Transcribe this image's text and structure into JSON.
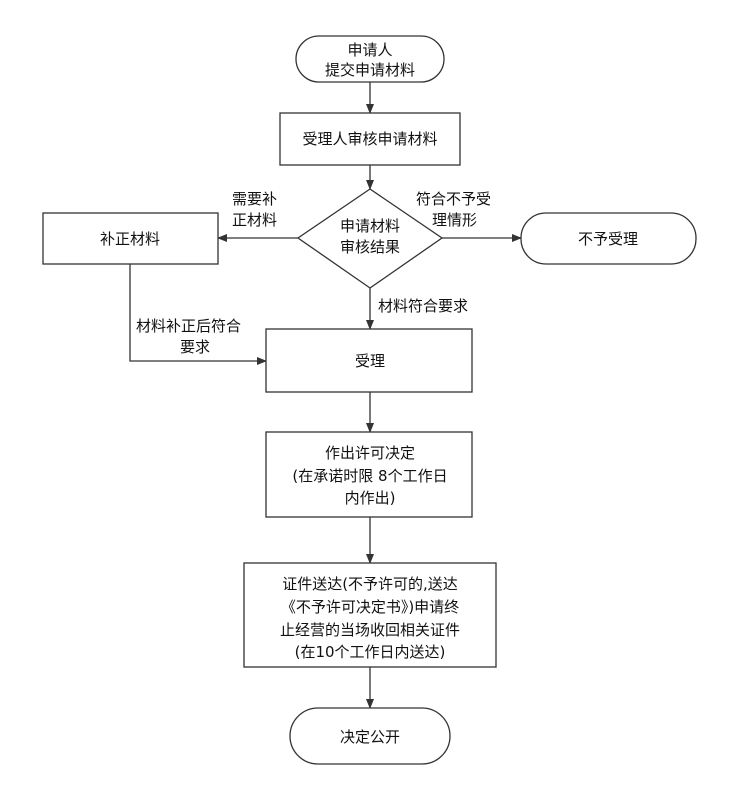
{
  "nodes": {
    "start": {
      "line1": "申请人",
      "line2": "提交申请材料"
    },
    "review": {
      "label": "受理人审核申请材料"
    },
    "decision": {
      "line1": "申请材料",
      "line2": "审核结果"
    },
    "supplement": {
      "label": "补正材料"
    },
    "reject": {
      "label": "不予受理"
    },
    "accept": {
      "label": "受理"
    },
    "permit": {
      "line1": "作出许可决定",
      "line2": "(在承诺时限 8个工作日",
      "line3": "内作出)"
    },
    "delivery": {
      "line1": "证件送达(不予许可的,送达",
      "line2": "《不予许可决定书》)申请终",
      "line3": "止经营的当场收回相关证件",
      "line4": "(在10个工作日内送达)"
    },
    "end": {
      "label": "决定公开"
    }
  },
  "edges": {
    "need_supplement": {
      "line1": "需要补",
      "line2": "正材料"
    },
    "not_accept": {
      "line1": "符合不予受",
      "line2": "理情形"
    },
    "meets_requirements": {
      "label": "材料符合要求"
    },
    "after_supplement": {
      "line1": "材料补正后符合",
      "line2": "要求"
    }
  }
}
